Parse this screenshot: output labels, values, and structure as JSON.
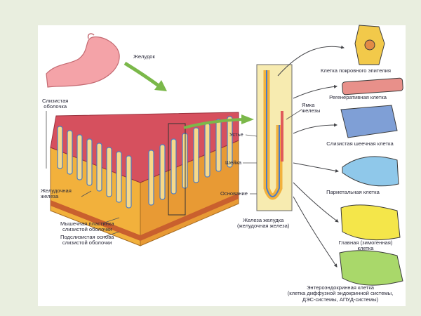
{
  "labels": {
    "stomach": "Желудок",
    "mucosa": "Слизистая\nоболочка",
    "gastric_gland": "Желудочная\nжелеза",
    "muscularis_mucosae": "Мышечная пластинка\nслизистой оболочки",
    "submucosa": "Подслизистая основа\nслизистой оболочки",
    "pits": "Ямка\nжелезы",
    "isthmus": "Устье",
    "neck": "Шейка",
    "base": "Основание",
    "gland_caption": "Железа желудка\n(желудочная железа)"
  },
  "cells": [
    {
      "name": "Клетка покровного эпителия",
      "color": "#f2c94a"
    },
    {
      "name": "Регенеративная клетка",
      "color": "#e8908a"
    },
    {
      "name": "Слизистая шеечная клетка",
      "color": "#7f9fd6"
    },
    {
      "name": "Париетальная клетка",
      "color": "#8fc8ea"
    },
    {
      "name": "Главная (зимогенная)\nклетка",
      "color": "#f4e64a"
    },
    {
      "name": "Энтероэндокринная клетка\n(клетка диффузной эндокринной системы,\nДЭС-системы, АПУД-системы)",
      "color": "#a9d86a"
    }
  ]
}
